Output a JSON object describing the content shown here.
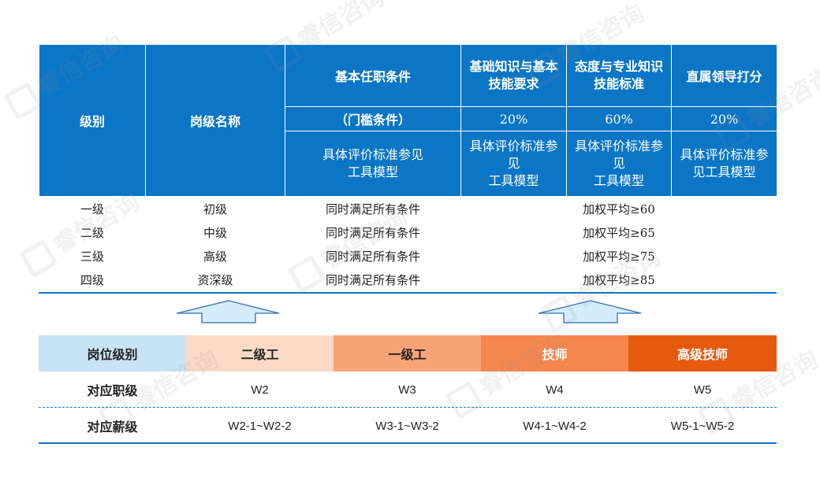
{
  "watermark": "睿信咨询",
  "table": {
    "headers": {
      "level": "级别",
      "position_name": "岗级名称",
      "basic": "基本任职条件",
      "basic_sub": "（门槛条件）",
      "basic_ref": "具体评价标准参见\n工具模型",
      "knowledge": "基础知识与基本\n技能要求",
      "knowledge_pct": "20%",
      "knowledge_ref": "具体评价标准参\n见\n工具模型",
      "attitude": "态度与专业知识\n技能标准",
      "attitude_pct": "60%",
      "attitude_ref": "具体评价标准参\n见\n工具模型",
      "leader": "直属领导打分",
      "leader_pct": "20%",
      "leader_ref": "具体评价标准参\n见工具模型"
    },
    "rows": [
      {
        "level": "一级",
        "name": "初级",
        "basic": "同时满足所有条件",
        "score": "加权平均≥60"
      },
      {
        "level": "二级",
        "name": "中级",
        "basic": "同时满足所有条件",
        "score": "加权平均≥65"
      },
      {
        "level": "三级",
        "name": "高级",
        "basic": "同时满足所有条件",
        "score": "加权平均≥75"
      },
      {
        "level": "四级",
        "name": "资深级",
        "basic": "同时满足所有条件",
        "score": "加权平均≥85"
      }
    ]
  },
  "band": {
    "label": "岗位级别",
    "items": [
      "二级工",
      "一级工",
      "技师",
      "高级技师"
    ]
  },
  "rank_row": {
    "label": "对应职级",
    "values": [
      "W2",
      "W3",
      "W4",
      "W5"
    ]
  },
  "salary_row": {
    "label": "对应薪级",
    "values": [
      "W2-1~W2-2",
      "W3-1~W3-2",
      "W4-1~W4-2",
      "W5-1~W5-2"
    ]
  },
  "colors": {
    "header_blue": "#0b75c6",
    "band_label": "#c9e3f6",
    "band_1": "#fbd9c7",
    "band_2": "#f9a478",
    "band_3": "#f5864e",
    "band_4": "#e65a10"
  }
}
